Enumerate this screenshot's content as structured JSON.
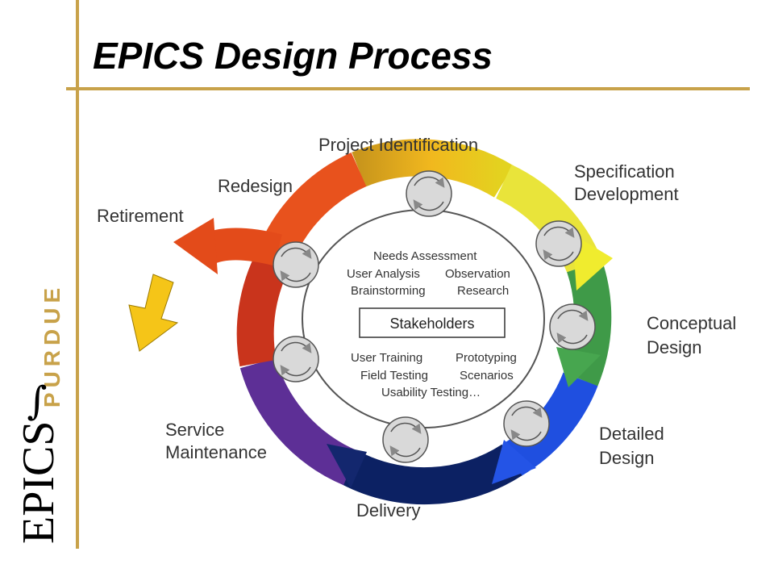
{
  "title": "EPICS Design Process",
  "branding": {
    "institution": "PURDUE",
    "program": "EPICS",
    "color": "#c8a24a"
  },
  "diagram": {
    "center": "Stakeholders",
    "stages": [
      {
        "id": "project-identification",
        "lines": [
          "Project Identification"
        ],
        "color": "#d4a017"
      },
      {
        "id": "specification-development",
        "lines": [
          "Specification",
          "Development"
        ],
        "color": "#e8e020"
      },
      {
        "id": "conceptual-design",
        "lines": [
          "Conceptual",
          "Design"
        ],
        "color": "#3e9a45"
      },
      {
        "id": "detailed-design",
        "lines": [
          "Detailed",
          "Design"
        ],
        "color": "#1a3fd0"
      },
      {
        "id": "delivery",
        "lines": [
          "Delivery"
        ],
        "color": "#0b1f5e"
      },
      {
        "id": "service-maintenance",
        "lines": [
          "Service",
          "Maintenance"
        ],
        "color": "#5b2f93"
      },
      {
        "id": "redesign",
        "lines": [
          "Redesign"
        ],
        "color": "#e8501c"
      },
      {
        "id": "retirement",
        "lines": [
          "Retirement"
        ],
        "color": "#f5c518"
      }
    ],
    "activities_top": [
      [
        "Needs Assessment"
      ],
      [
        "User Analysis",
        "Observation"
      ],
      [
        "Brainstorming",
        "Research"
      ]
    ],
    "activities_bottom": [
      [
        "User Training",
        "Prototyping"
      ],
      [
        "Field Testing",
        "Scenarios"
      ],
      [
        "Usability Testing…"
      ]
    ]
  }
}
